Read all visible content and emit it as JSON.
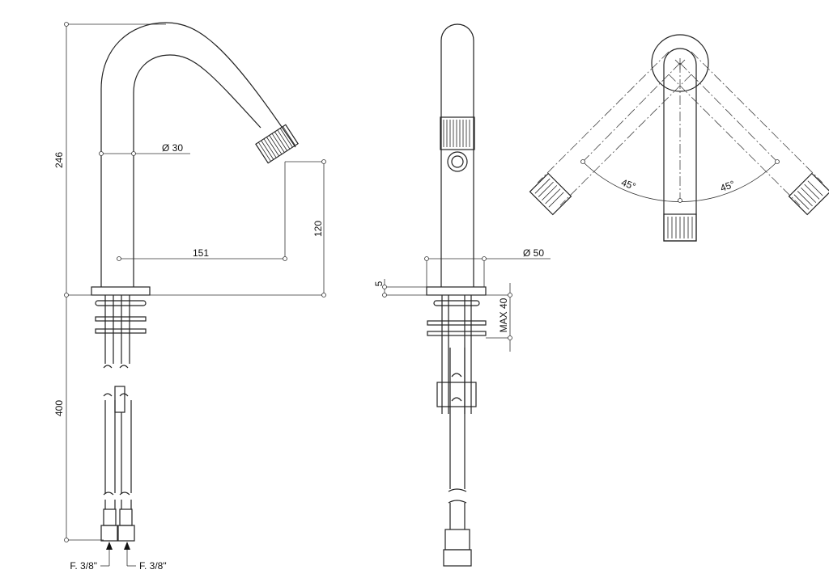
{
  "title": "Faucet technical drawing",
  "dimensions": {
    "height_total": "246",
    "pipe_diameter": "Ø  30",
    "reach": "151",
    "spout_height": "120",
    "below_deck": "400",
    "base_diameter": "Ø  50",
    "base_thickness": "5",
    "max_deck": "MAX 40",
    "angle_left": "45°",
    "angle_right": "45°"
  },
  "connections": {
    "left": "F. 3/8\"",
    "right": "F. 3/8\""
  }
}
